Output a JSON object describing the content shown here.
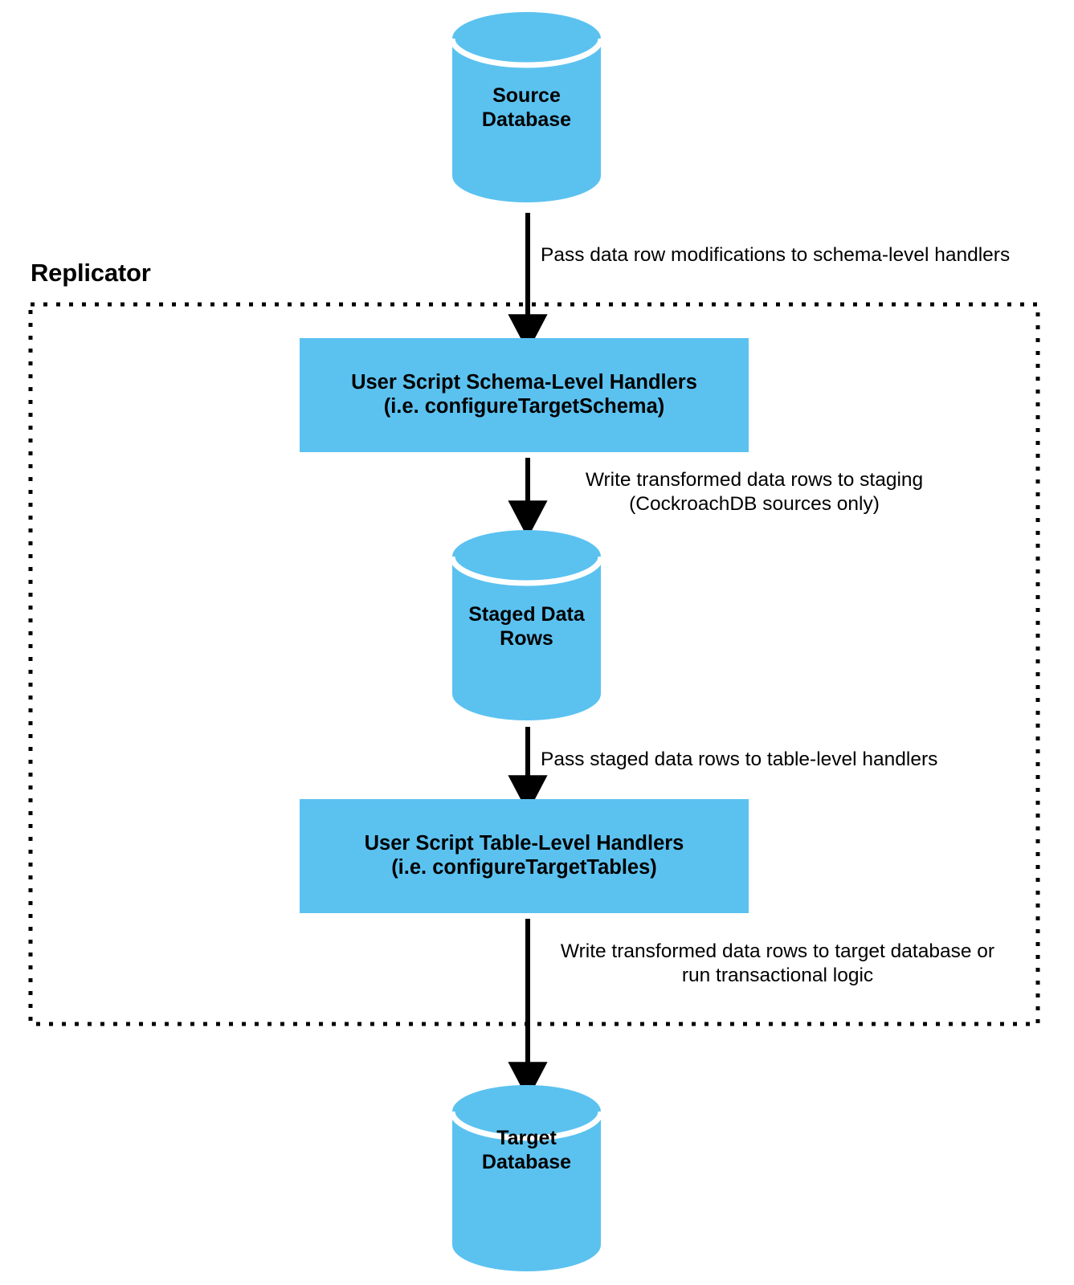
{
  "diagram": {
    "title": "Replicator data flow",
    "colors": {
      "node_fill": "#5bc2f0",
      "stroke": "#000000",
      "background": "#ffffff",
      "gap": "#ffffff"
    },
    "group": {
      "label": "Replicator",
      "border_style": "dotted"
    },
    "nodes": [
      {
        "id": "source-database",
        "shape": "cylinder",
        "label": "Source\nDatabase"
      },
      {
        "id": "schema-level-handlers",
        "shape": "rectangle",
        "label": "User Script Schema-Level Handlers\n(i.e. configureTargetSchema)"
      },
      {
        "id": "staged-data-rows",
        "shape": "cylinder",
        "label": "Staged Data\nRows"
      },
      {
        "id": "table-level-handlers",
        "shape": "rectangle",
        "label": "User Script Table-Level Handlers\n(i.e. configureTargetTables)"
      },
      {
        "id": "target-database",
        "shape": "cylinder",
        "label": "Target\nDatabase"
      }
    ],
    "edges": [
      {
        "id": "source-to-schema-handlers",
        "from": "source-database",
        "to": "schema-level-handlers",
        "label": "Pass data row modifications to schema-level handlers"
      },
      {
        "id": "schema-handlers-to-staging",
        "from": "schema-level-handlers",
        "to": "staged-data-rows",
        "label": "Write transformed data rows to staging\n(CockroachDB sources only)"
      },
      {
        "id": "staging-to-table-handlers",
        "from": "staged-data-rows",
        "to": "table-level-handlers",
        "label": "Pass staged data rows to table-level handlers"
      },
      {
        "id": "table-handlers-to-target",
        "from": "table-level-handlers",
        "to": "target-database",
        "label": "Write transformed data rows to target database or\nrun transactional logic"
      }
    ]
  }
}
